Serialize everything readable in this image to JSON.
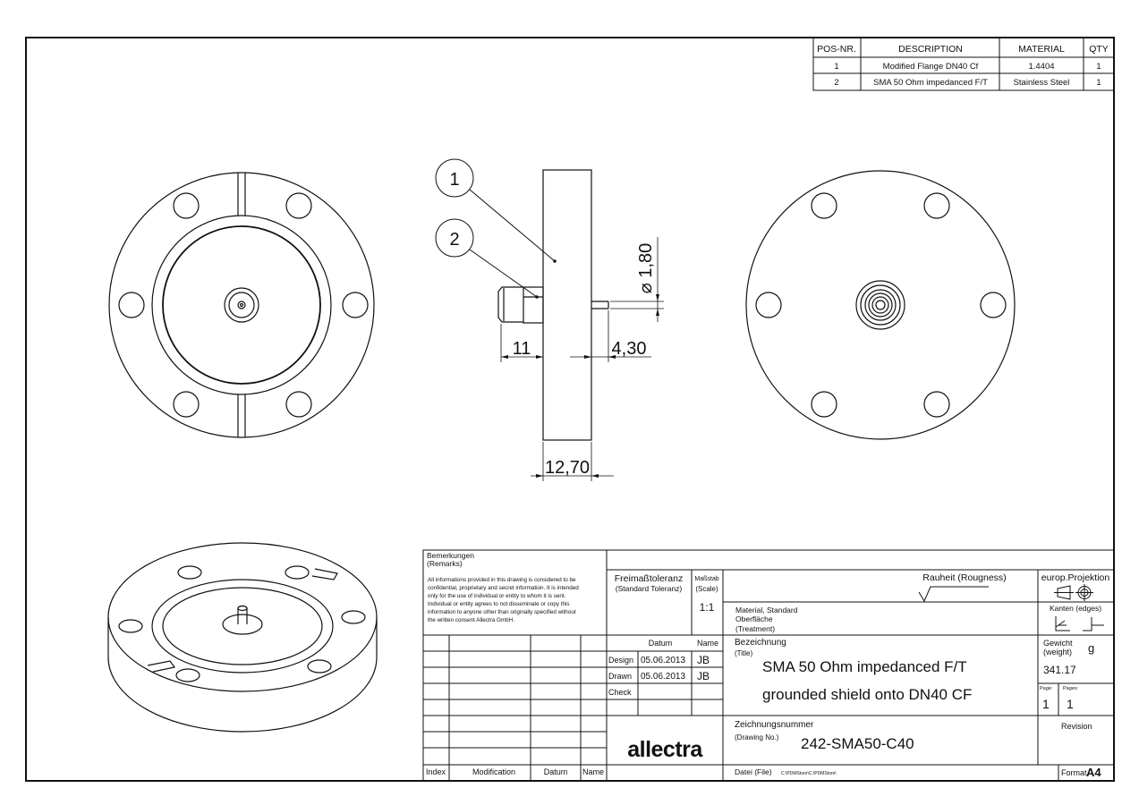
{
  "parts_list": {
    "headers": {
      "pos": "POS-NR.",
      "description": "DESCRIPTION",
      "material": "MATERIAL",
      "qty": "QTY"
    },
    "rows": [
      {
        "pos": "1",
        "description": "Modified Flange DN40 Cf",
        "material": "1.4404",
        "qty": "1"
      },
      {
        "pos": "2",
        "description": "SMA 50 Ohm impedanced F/T",
        "material": "Stainless Steel",
        "qty": "1"
      }
    ]
  },
  "views": {
    "balloons": [
      "1",
      "2"
    ],
    "dimensions": {
      "diameter": "⌀ 1,80",
      "length_left": "11",
      "length_right": "4,30",
      "thickness": "12,70"
    }
  },
  "title_block": {
    "remarks_label": "Bemerkungen",
    "remarks_label_en": "(Remarks)",
    "confidential_lines": [
      "All informations provided in this drawing is considered to be",
      "confidential, proprietary and secret information. It is intended",
      "only for the use of individual or entity to whom it is sent.",
      "Individual or entity agrees to not disseminate or copy this",
      "information to anyone other than originally specified without",
      "the written consent Allectra GmbH."
    ],
    "tolerance_label": "Freimaßtoleranz",
    "tolerance_label_en": "(Standard Toleranz)",
    "scale_label": "Maßstab",
    "scale_label_en": "(Scale)",
    "scale_value": "1:1",
    "roughness_label": "Rauheit (Rougness)",
    "material_label": "Material, Standard",
    "surface_label": "Oberfläche",
    "surface_label_en": "(Treatment)",
    "projection_label": "europ.Projektion",
    "edges_label": "Kanten (edges)",
    "datum_header": "Datum",
    "name_header": "Name",
    "design_label": "Design",
    "design_date": "05.06.2013",
    "design_name": "JB",
    "drawn_label": "Drawn",
    "drawn_date": "05.06.2013",
    "drawn_name": "JB",
    "check_label": "Check",
    "designation_label": "Bezeichnung",
    "designation_label_en": "(Title)",
    "title_line1": "SMA 50 Ohm impedanced F/T",
    "title_line2": "grounded shield onto DN40 CF",
    "weight_label": "Gewicht",
    "weight_label_en": "(weight)",
    "weight_unit": "g",
    "weight_value": "341.17",
    "page_label": "Page:",
    "pages_label": "Pages:",
    "page_value": "1",
    "pages_value": "1",
    "drawing_no_label": "Zeichnungsnummer",
    "drawing_no_label_en": "(Drawing No.)",
    "drawing_no": "242-SMA50-C40",
    "revision_label": "Revision",
    "file_label": "Datei (File)",
    "file_path": "C:\\PDMStore\\C:\\PDMStore\\",
    "format_label": "Format",
    "format_value": "A4",
    "index_label": "Index",
    "modification_label": "Modification",
    "revision_datum_label": "Datum",
    "revision_name_label": "Name",
    "logo_text": "allectra"
  }
}
